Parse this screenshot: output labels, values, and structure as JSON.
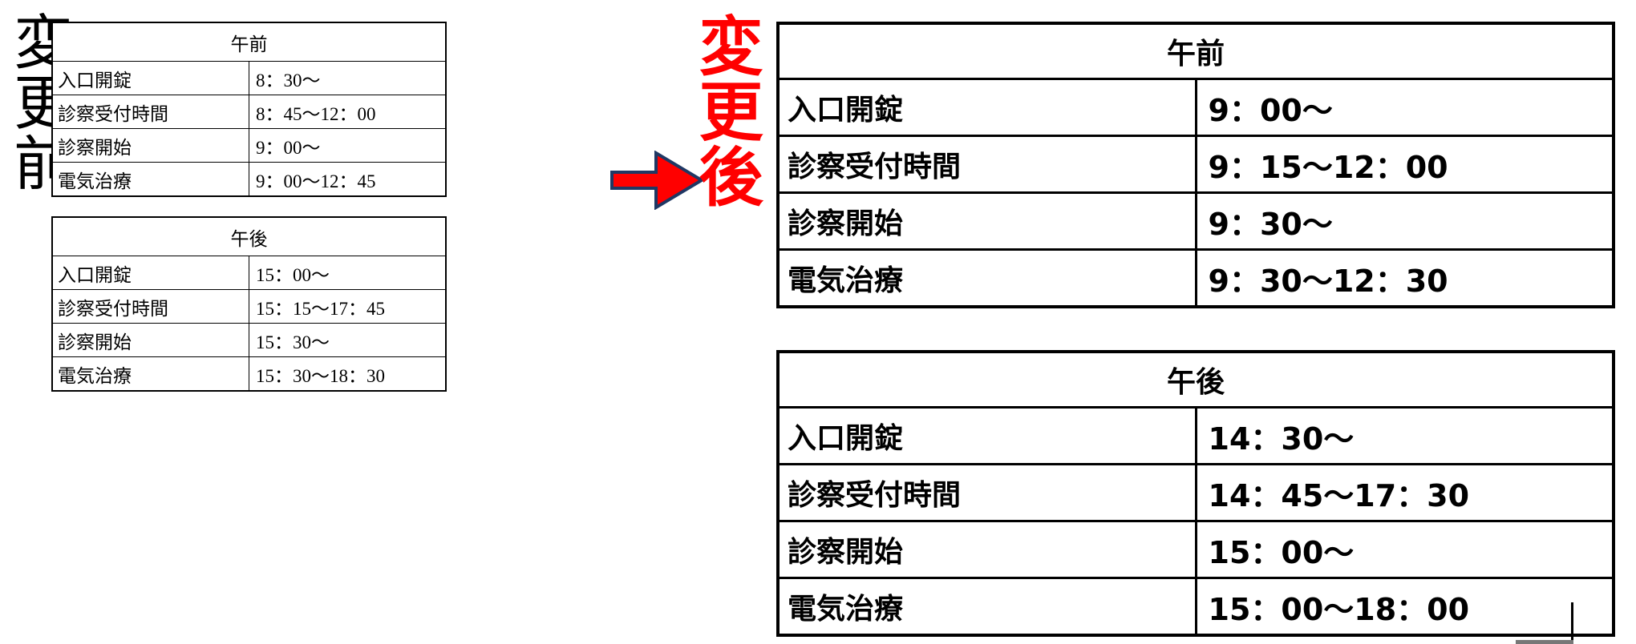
{
  "labels": {
    "before": "変更前",
    "after": "変更後"
  },
  "colors": {
    "accent_red": "#ff0000",
    "arrow_fill": "#ff0000",
    "arrow_stroke": "#1f3864",
    "text": "#000000",
    "border": "#000000"
  },
  "icons": {
    "arrow": "right-arrow-icon"
  },
  "before": {
    "morning": {
      "header": "午前",
      "rows": [
        {
          "label": "入口開錠",
          "value": "8：30～"
        },
        {
          "label": "診察受付時間",
          "value": "8：45～12：00"
        },
        {
          "label": "診察開始",
          "value": "9：00～"
        },
        {
          "label": "電気治療",
          "value": "9：00～12：45"
        }
      ]
    },
    "afternoon": {
      "header": "午後",
      "rows": [
        {
          "label": "入口開錠",
          "value": "15：00～"
        },
        {
          "label": "診察受付時間",
          "value": "15：15～17：45"
        },
        {
          "label": "診察開始",
          "value": "15：30～"
        },
        {
          "label": "電気治療",
          "value": "15：30～18：30"
        }
      ]
    }
  },
  "after": {
    "morning": {
      "header": "午前",
      "rows": [
        {
          "label": "入口開錠",
          "value": "9：00～"
        },
        {
          "label": "診察受付時間",
          "value": "9：15～12：00"
        },
        {
          "label": "診察開始",
          "value": "9：30～"
        },
        {
          "label": "電気治療",
          "value": "9：30～12：30"
        }
      ]
    },
    "afternoon": {
      "header": "午後",
      "rows": [
        {
          "label": "入口開錠",
          "value": "14：30～"
        },
        {
          "label": "診察受付時間",
          "value": "14：45～17：30"
        },
        {
          "label": "診察開始",
          "value": "15：00～"
        },
        {
          "label": "電気治療",
          "value": "15：00～18：00"
        }
      ]
    }
  }
}
